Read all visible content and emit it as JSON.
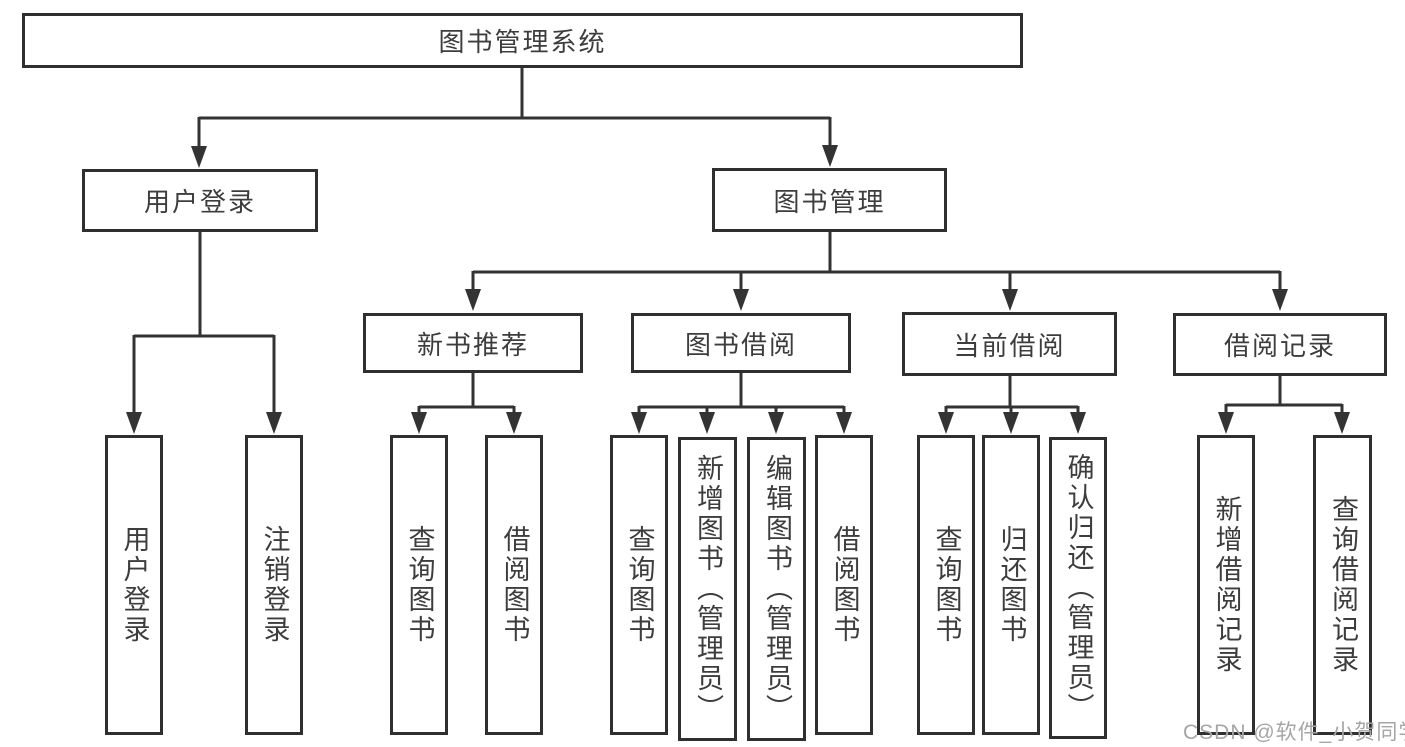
{
  "diagram": {
    "root": {
      "label": "图书管理系统"
    },
    "branches": [
      {
        "label": "用户登录",
        "children": [
          {
            "label": "用户登录"
          },
          {
            "label": "注销登录"
          }
        ]
      },
      {
        "label": "图书管理",
        "children": [
          {
            "label": "新书推荐",
            "children": [
              {
                "label": "查询图书"
              },
              {
                "label": "借阅图书"
              }
            ]
          },
          {
            "label": "图书借阅",
            "children": [
              {
                "label": "查询图书"
              },
              {
                "label": "新增图书（管理员）"
              },
              {
                "label": "编辑图书（管理员）"
              },
              {
                "label": "借阅图书"
              }
            ]
          },
          {
            "label": "当前借阅",
            "children": [
              {
                "label": "查询图书"
              },
              {
                "label": "归还图书"
              },
              {
                "label": "确认归还（管理员）"
              }
            ]
          },
          {
            "label": "借阅记录",
            "children": [
              {
                "label": "新增借阅记录"
              },
              {
                "label": "查询借阅记录"
              }
            ]
          }
        ]
      }
    ]
  },
  "watermark": {
    "text": "CSDN @软件_小贺同学",
    "color": "#a6a6a6"
  },
  "colors": {
    "line": "#333333",
    "box_border": "#2f2f2f",
    "text": "#3d3d3d",
    "background": "#ffffff"
  }
}
